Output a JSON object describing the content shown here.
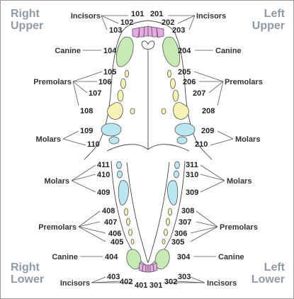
{
  "corners": {
    "right_upper": [
      "Right",
      "Upper"
    ],
    "left_upper": [
      "Left",
      "Upper"
    ],
    "right_lower": [
      "Right",
      "Lower"
    ],
    "left_lower": [
      "Left",
      "Lower"
    ]
  },
  "groups": {
    "incisors": "Incisors",
    "canine": "Canine",
    "premolars": "Premolars",
    "molars": "Molars"
  },
  "teeth": {
    "101": "101",
    "102": "102",
    "103": "103",
    "104": "104",
    "105": "105",
    "106": "106",
    "107": "107",
    "108": "108",
    "109": "109",
    "110": "110",
    "201": "201",
    "202": "202",
    "203": "203",
    "204": "204",
    "205": "205",
    "206": "206",
    "207": "207",
    "208": "208",
    "209": "209",
    "210": "210",
    "301": "301",
    "302": "302",
    "303": "303",
    "304": "304",
    "305": "305",
    "306": "306",
    "307": "307",
    "308": "308",
    "309": "309",
    "310": "310",
    "311": "311",
    "401": "401",
    "402": "402",
    "403": "403",
    "404": "404",
    "405": "405",
    "406": "406",
    "407": "407",
    "408": "408",
    "409": "409",
    "410": "410",
    "411": "411"
  },
  "colors": {
    "incisor": "#e8a9e6",
    "canine": "#c7eab4",
    "premolar": "#f6f2b4",
    "molar": "#b9e6f1",
    "corner_label": "#8f9aa6"
  }
}
